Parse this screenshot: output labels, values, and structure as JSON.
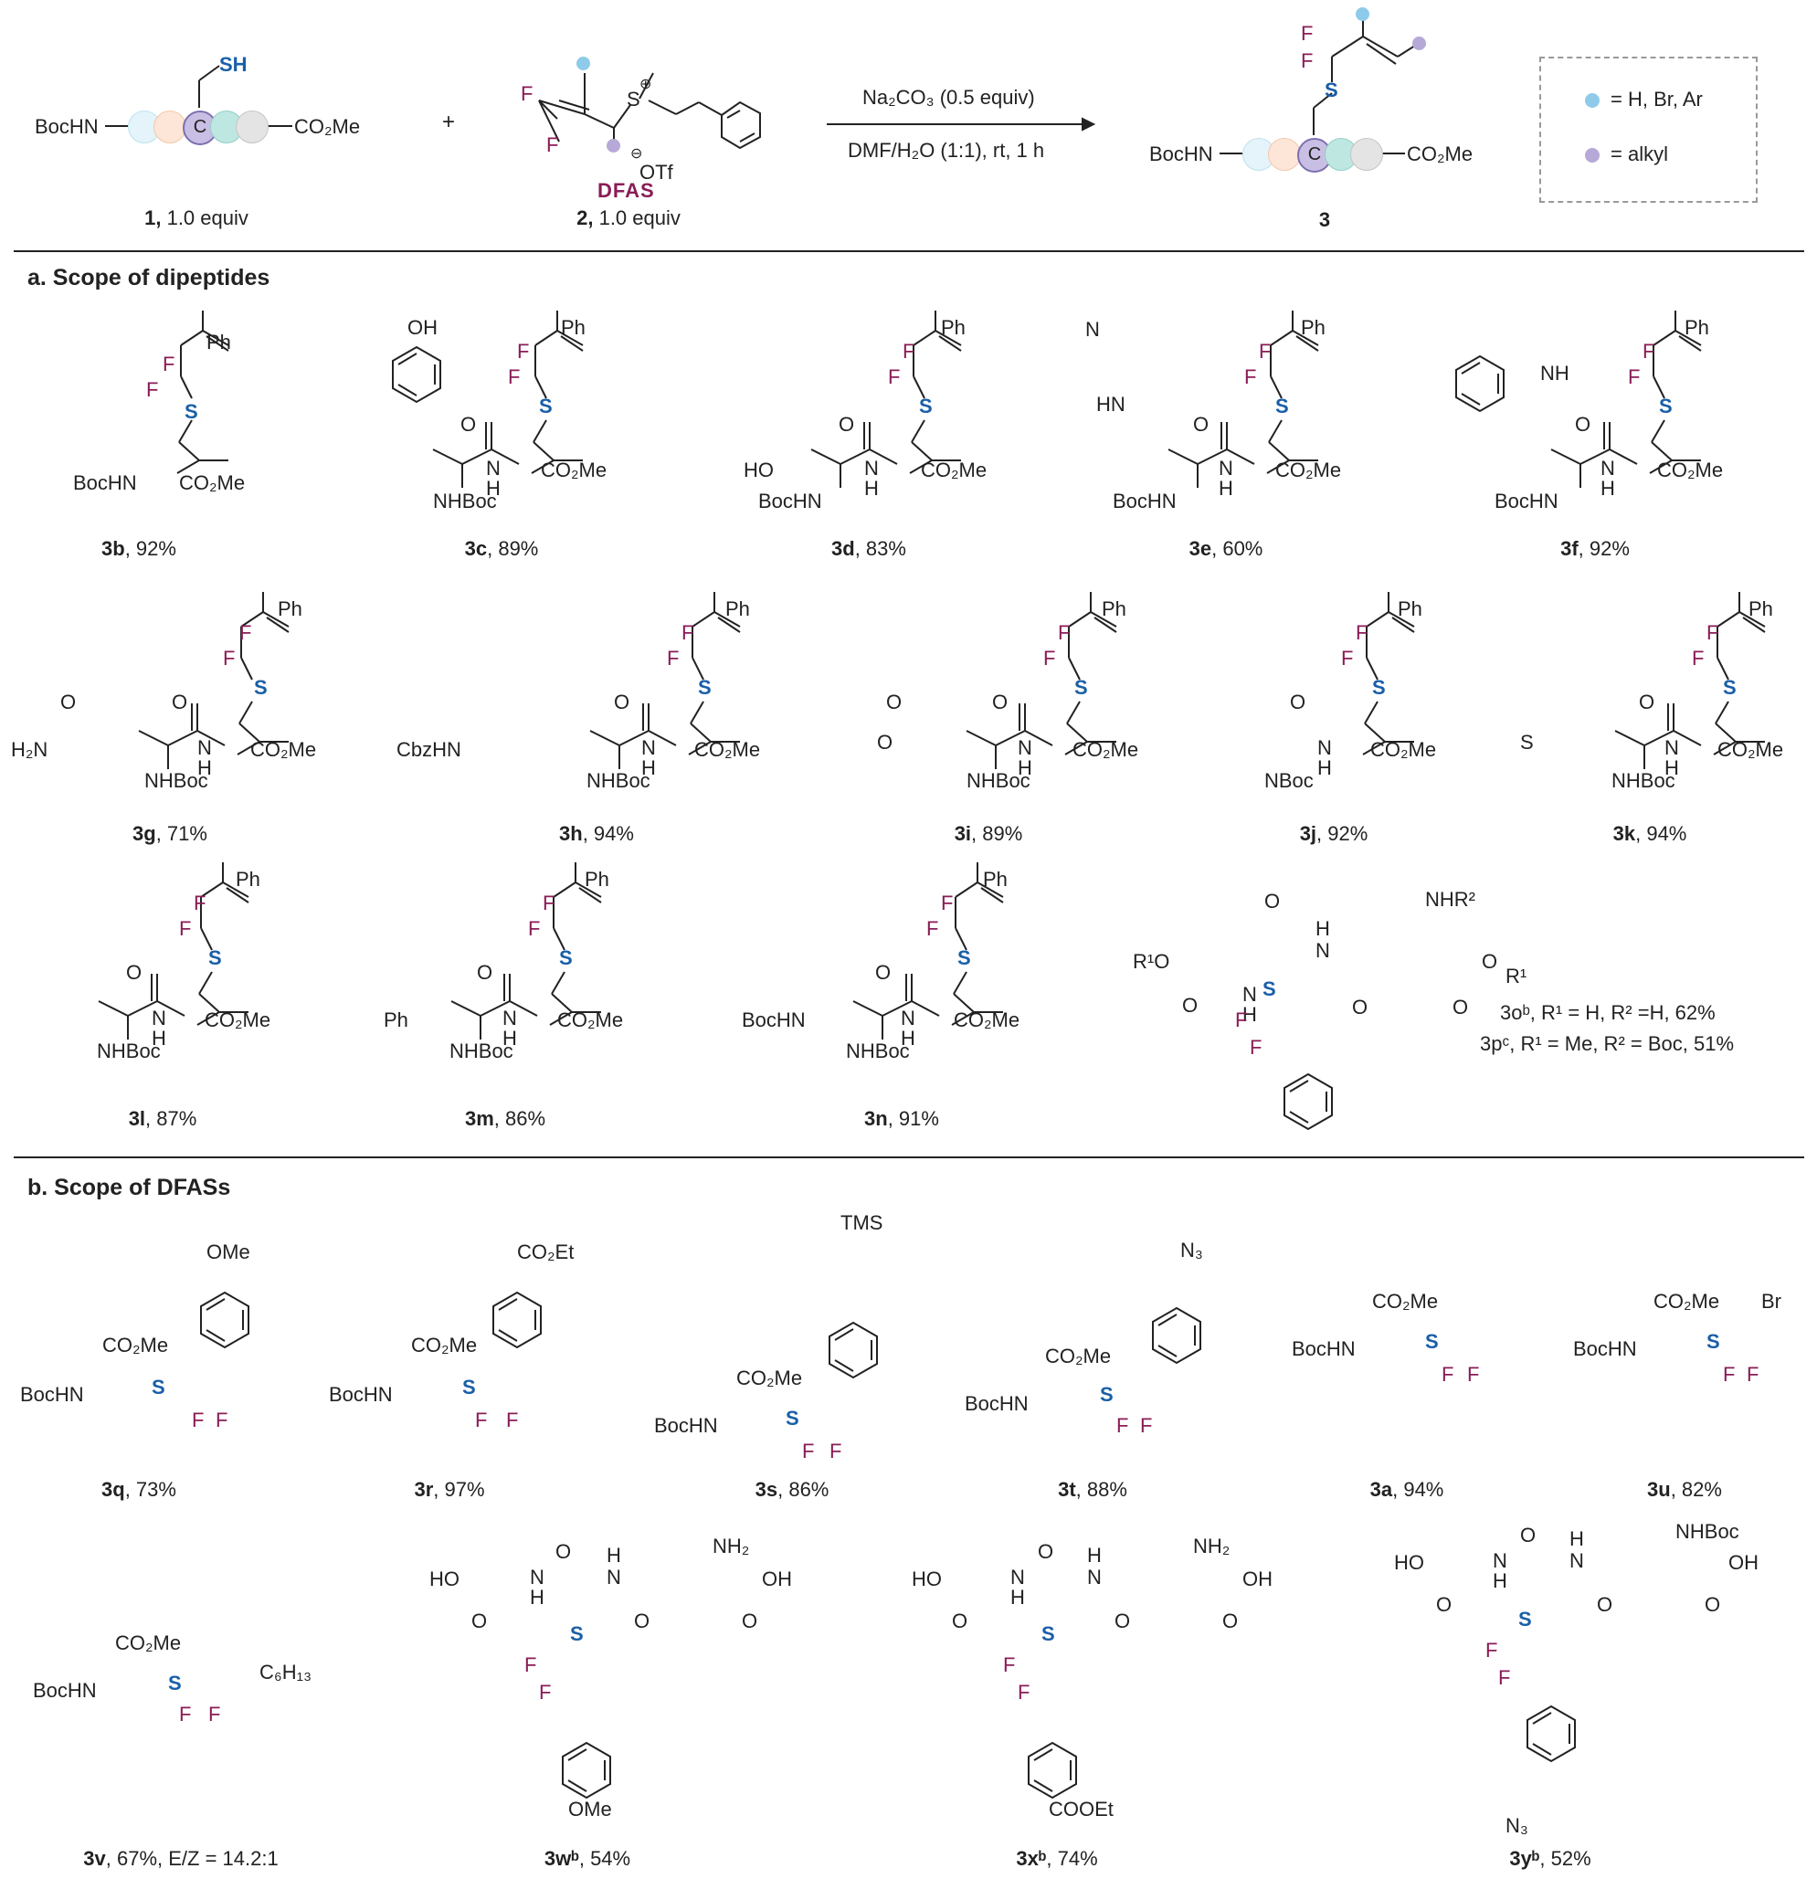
{
  "header": {
    "r1_label": "BocHN",
    "r1_ester": "CO₂Me",
    "r1_sh": "SH",
    "r1_core": "C",
    "r1_caption_num": "1,",
    "r1_caption_rest": " 1.0 equiv",
    "plus": "+",
    "r2_name": "DFAS",
    "r2_caption_num": "2,",
    "r2_caption_rest": " 1.0 equiv",
    "r2_otf": "OTf",
    "conditions_top": "Na₂CO₃ (0.5 equiv)",
    "conditions_bottom": "DMF/H₂O (1:1), rt, 1 h",
    "p_label": "BocHN",
    "p_ester": "CO₂Me",
    "p_s": "S",
    "p_core": "C",
    "p_caption": "3",
    "legend_blue": "= H, Br, Ar",
    "legend_purple": "= alkyl",
    "color_blue": "#8ecbea",
    "color_purple": "#b6a9d8"
  },
  "section_a": {
    "title": "a. Scope of dipeptides",
    "compounds": [
      {
        "id": "3b",
        "yield": ", 92%"
      },
      {
        "id": "3c",
        "yield": ", 89%"
      },
      {
        "id": "3d",
        "yield": ", 83%"
      },
      {
        "id": "3e",
        "yield": ", 60%"
      },
      {
        "id": "3f",
        "yield": ", 92%"
      },
      {
        "id": "3g",
        "yield": ", 71%"
      },
      {
        "id": "3h",
        "yield": ", 94%"
      },
      {
        "id": "3i",
        "yield": ", 89%"
      },
      {
        "id": "3j",
        "yield": ", 92%"
      },
      {
        "id": "3k",
        "yield": ", 94%"
      },
      {
        "id": "3l",
        "yield": ", 87%"
      },
      {
        "id": "3m",
        "yield": ", 86%"
      },
      {
        "id": "3n",
        "yield": ", 91%"
      }
    ],
    "op_line1": "3oᵇ, R¹ = H, R² =H, 62%",
    "op_line2": "3pᶜ, R¹ = Me, R² = Boc, 51%"
  },
  "section_b": {
    "title": "b. Scope of DFASs",
    "compounds": [
      {
        "id": "3q",
        "yield": ", 73%"
      },
      {
        "id": "3r",
        "yield": ", 97%"
      },
      {
        "id": "3s",
        "yield": ", 86%"
      },
      {
        "id": "3t",
        "yield": ", 88%"
      },
      {
        "id": "3a",
        "yield": ", 94%"
      },
      {
        "id": "3u",
        "yield": ", 82%"
      },
      {
        "id": "3v",
        "yield": ", 67%, E/Z = 14.2:1"
      },
      {
        "id": "3wᵇ",
        "yield": ", 54%"
      },
      {
        "id": "3xᵇ",
        "yield": ", 74%"
      },
      {
        "id": "3yᵇ",
        "yield": ", 52%"
      }
    ]
  },
  "atoms": {
    "F": "F",
    "S": "S",
    "Ph": "Ph",
    "OH": "OH",
    "HO": "HO",
    "O": "O",
    "N": "N",
    "H": "H",
    "NH": "NH",
    "HN": "HN",
    "NHBoc": "NHBoc",
    "NBoc": "NBoc",
    "BocHN": "BocHN",
    "CbzHN": "CbzHN",
    "H2N": "H₂N",
    "NH2": "NH₂",
    "CO2Me": "CO₂Me",
    "CO2Et": "CO₂Et",
    "OMe": "OMe",
    "TMS": "TMS",
    "N3": "N₃",
    "Br": "Br",
    "C6H13": "C₆H₁₃",
    "COOEt": "COOEt",
    "NHR2": "NHR²",
    "R1O": "R¹O",
    "R1": "R¹",
    "OTf": "OTf"
  }
}
